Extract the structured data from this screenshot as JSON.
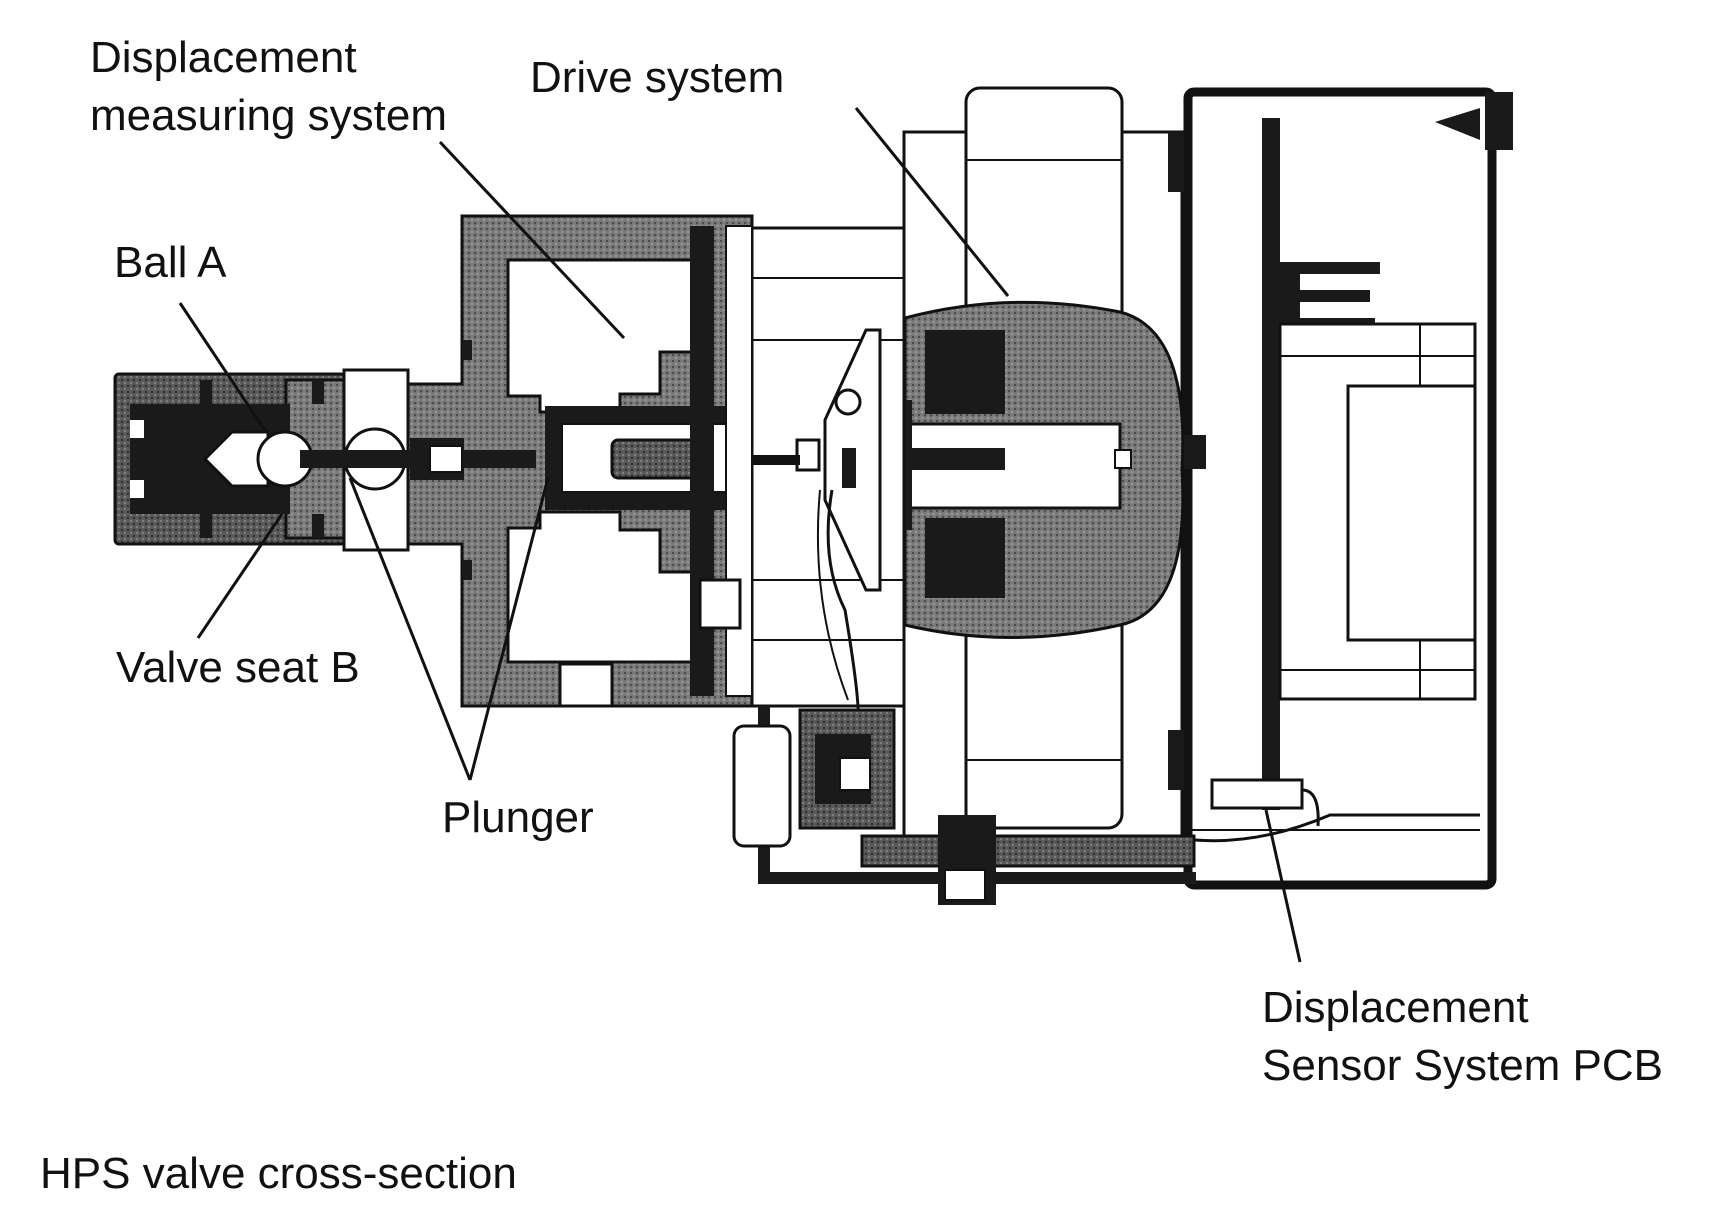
{
  "colors": {
    "ink": "#111111",
    "dark_fill": "#1a1a1a",
    "hatch_fill": "#707070",
    "light_fill": "#f8f8f8",
    "background": "#ffffff"
  },
  "labels": {
    "displacement_measuring_line1": "Displacement",
    "displacement_measuring_line2": "measuring system",
    "drive_system": "Drive system",
    "ball_a": "Ball A",
    "valve_seat_b": "Valve seat B",
    "plunger": "Plunger",
    "pcb_line1": "Displacement",
    "pcb_line2": "Sensor System PCB"
  },
  "caption": "HPS valve cross-section"
}
